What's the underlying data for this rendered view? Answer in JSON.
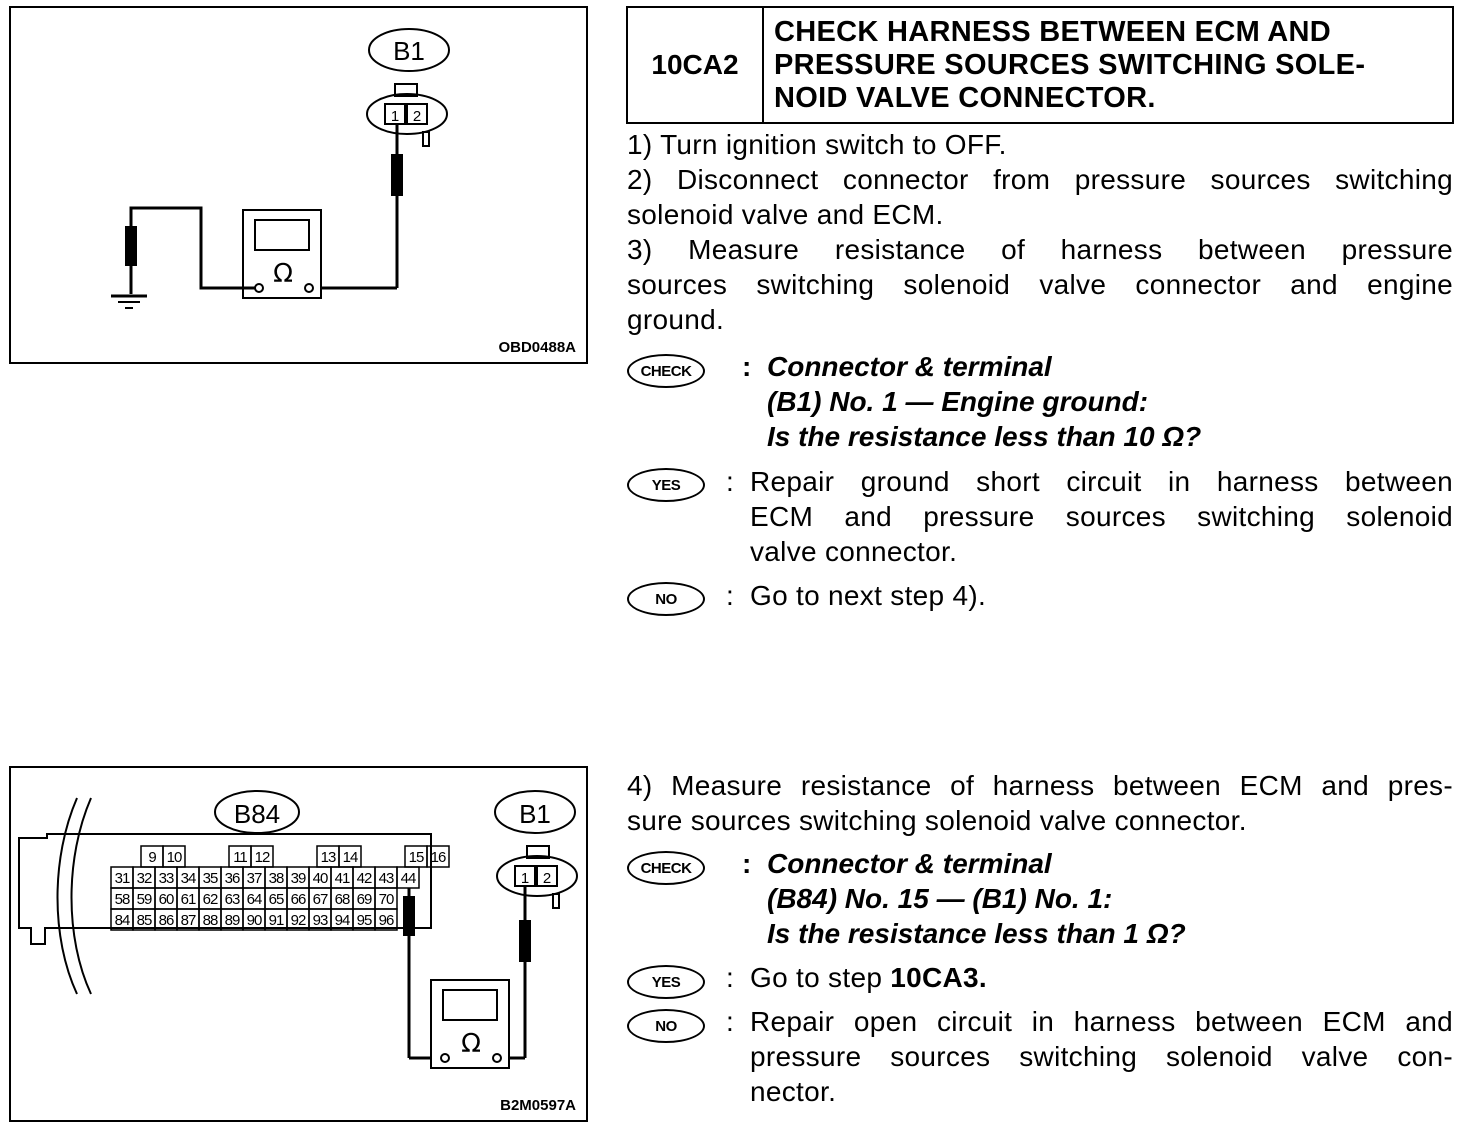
{
  "figure1": {
    "connector_label": "B1",
    "pin1": "1",
    "pin2": "2",
    "ohm_symbol": "Ω",
    "code": "OBD0488A"
  },
  "figure2": {
    "ecm_label": "B84",
    "connector_label": "B1",
    "pin1": "1",
    "pin2": "2",
    "ohm_symbol": "Ω",
    "code": "B2M0597A",
    "terminals_row1": [
      "9",
      "10",
      "11",
      "12",
      "13",
      "14",
      "15",
      "16"
    ],
    "terminals_row2": [
      "31",
      "32",
      "33",
      "34",
      "35",
      "36",
      "37",
      "38",
      "39",
      "40",
      "41",
      "42",
      "43",
      "44"
    ],
    "terminals_row3": [
      "58",
      "59",
      "60",
      "61",
      "62",
      "63",
      "64",
      "65",
      "66",
      "67",
      "68",
      "69",
      "70"
    ],
    "terminals_row4": [
      "84",
      "85",
      "86",
      "87",
      "88",
      "89",
      "90",
      "91",
      "92",
      "93",
      "94",
      "95",
      "96"
    ]
  },
  "step": {
    "code": "10CA2",
    "title_lines": [
      "CHECK HARNESS BETWEEN ECM AND",
      "PRESSURE SOURCES SWITCHING SOLE-",
      "NOID VALVE CONNECTOR."
    ]
  },
  "instructions": {
    "s1": "1)  Turn ignition switch to OFF.",
    "s2_a": "2)  Disconnect connector from pressure sources switching",
    "s2_b": "solenoid valve and ECM.",
    "s3_a": "3) Measure resistance of harness between pressure",
    "s3_b": "sources switching solenoid valve connector and engine",
    "s3_c": "ground."
  },
  "check1": {
    "badge": "CHECK",
    "colon": ":",
    "lines": [
      "Connector & terminal",
      "(B1) No. 1 — Engine ground:",
      "Is the resistance less than 10 Ω?"
    ]
  },
  "yes1": {
    "badge": "YES",
    "colon": ":",
    "lines": [
      "Repair ground short circuit in harness between",
      "ECM and pressure sources switching solenoid",
      "valve connector."
    ]
  },
  "no1": {
    "badge": "NO",
    "colon": ":",
    "text": "Go to next step 4)."
  },
  "step4": {
    "a": "4)  Measure resistance of harness between ECM and pres-",
    "b": "sure sources switching solenoid valve connector."
  },
  "check2": {
    "badge": "CHECK",
    "colon": ":",
    "lines": [
      "Connector & terminal",
      "(B84) No. 15 — (B1) No. 1:",
      "Is the resistance less than 1 Ω?"
    ]
  },
  "yes2": {
    "badge": "YES",
    "colon": ":",
    "text_prefix": "Go to step ",
    "text_bold": "10CA3."
  },
  "no2": {
    "badge": "NO",
    "colon": ":",
    "lines": [
      "Repair open circuit in harness between ECM and",
      "pressure sources switching solenoid valve con-",
      "nector."
    ]
  }
}
